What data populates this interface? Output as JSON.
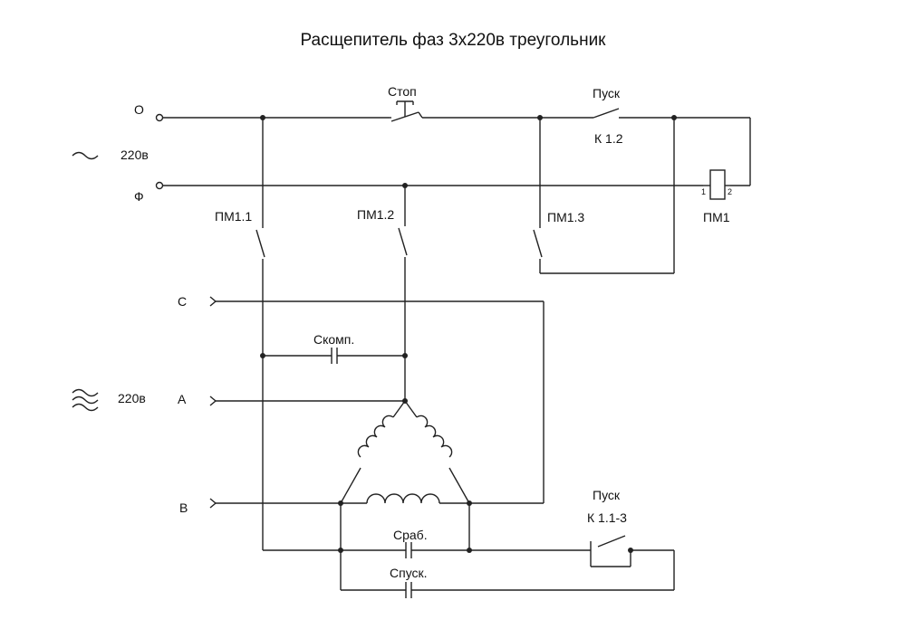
{
  "title": "Расщепитель фаз 3х220в треугольник",
  "supply_single": {
    "label_o": "О",
    "label_f": "Ф",
    "voltage": "220в",
    "symbol": "single-phase-ac-symbol"
  },
  "supply_three": {
    "voltage": "220в",
    "phase_c": "C",
    "phase_a": "A",
    "phase_b": "B",
    "symbol": "three-phase-ac-symbol"
  },
  "stop_button": "Стоп",
  "start_button": {
    "name": "Пуск",
    "contact": "К 1.2"
  },
  "coil": "ПМ1",
  "contacts": {
    "pm11": "ПМ1.1",
    "pm12": "ПМ1.2",
    "pm13": "ПМ1.3"
  },
  "caps": {
    "komp": "Скомп.",
    "rab": "Сраб.",
    "pusk": "Спуск."
  },
  "start_button2": {
    "name": "Пуск",
    "contact": "К 1.1-3"
  }
}
